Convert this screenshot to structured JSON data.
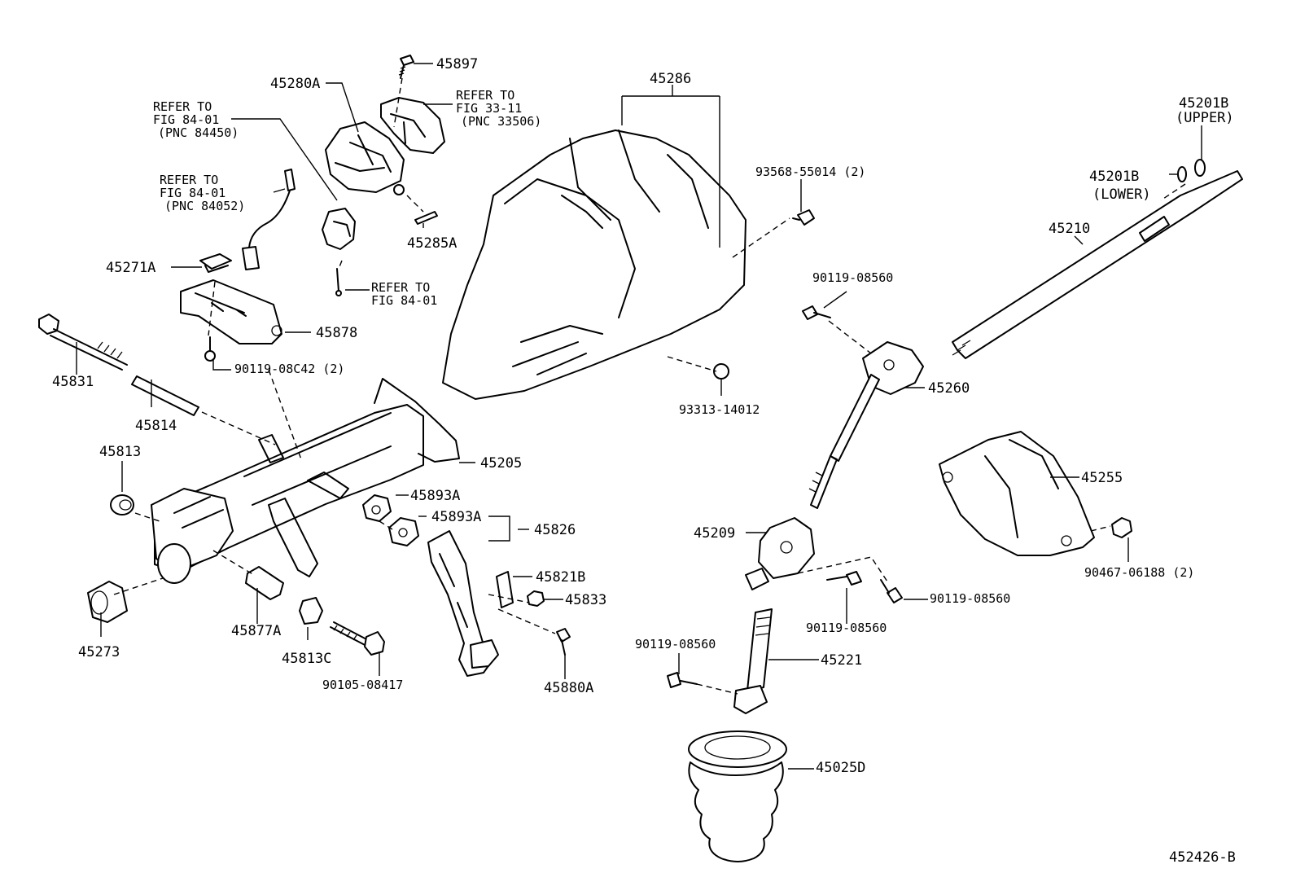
{
  "diagram": {
    "figure_code": "452426-B",
    "labels": {
      "p45897": "45897",
      "p45280A": "45280A",
      "ref_33506_a": "REFER TO",
      "ref_33506_b": "FIG 33-11",
      "ref_33506_c": "(PNC 33506)",
      "ref_84450_a": "REFER TO",
      "ref_84450_b": "FIG 84-01",
      "ref_84450_c": "(PNC 84450)",
      "ref_84052_a": "REFER TO",
      "ref_84052_b": "FIG 84-01",
      "ref_84052_c": "(PNC 84052)",
      "p45285A": "45285A",
      "ref_8401_a": "REFER TO",
      "ref_8401_b": "FIG 84-01",
      "p45271A": "45271A",
      "p45878": "45878",
      "p9011908C42": "90119-08C42 (2)",
      "p45831": "45831",
      "p45814": "45814",
      "p45813": "45813",
      "p45205": "45205",
      "p45893A_1": "45893A",
      "p45893A_2": "45893A",
      "p45826": "45826",
      "p45821B": "45821B",
      "p45833": "45833",
      "p45273": "45273",
      "p45877A": "45877A",
      "p45813C": "45813C",
      "p9010508417": "90105-08417",
      "p45880A": "45880A",
      "p45286": "45286",
      "p9356855014": "93568-55014 (2)",
      "p9331314012": "93313-14012",
      "p45201B_upper_a": "45201B",
      "p45201B_upper_b": "(UPPER)",
      "p45201B_lower_a": "45201B",
      "p45201B_lower_b": "(LOWER)",
      "p45210": "45210",
      "p9011908560_a": "90119-08560",
      "p45260": "45260",
      "p45255": "45255",
      "p9046706188": "90467-06188 (2)",
      "p45209": "45209",
      "p9011908560_b": "90119-08560",
      "p9011908560_c": "90119-08560",
      "p9011908560_d": "90119-08560",
      "p45221": "45221",
      "p45025D": "45025D"
    }
  }
}
